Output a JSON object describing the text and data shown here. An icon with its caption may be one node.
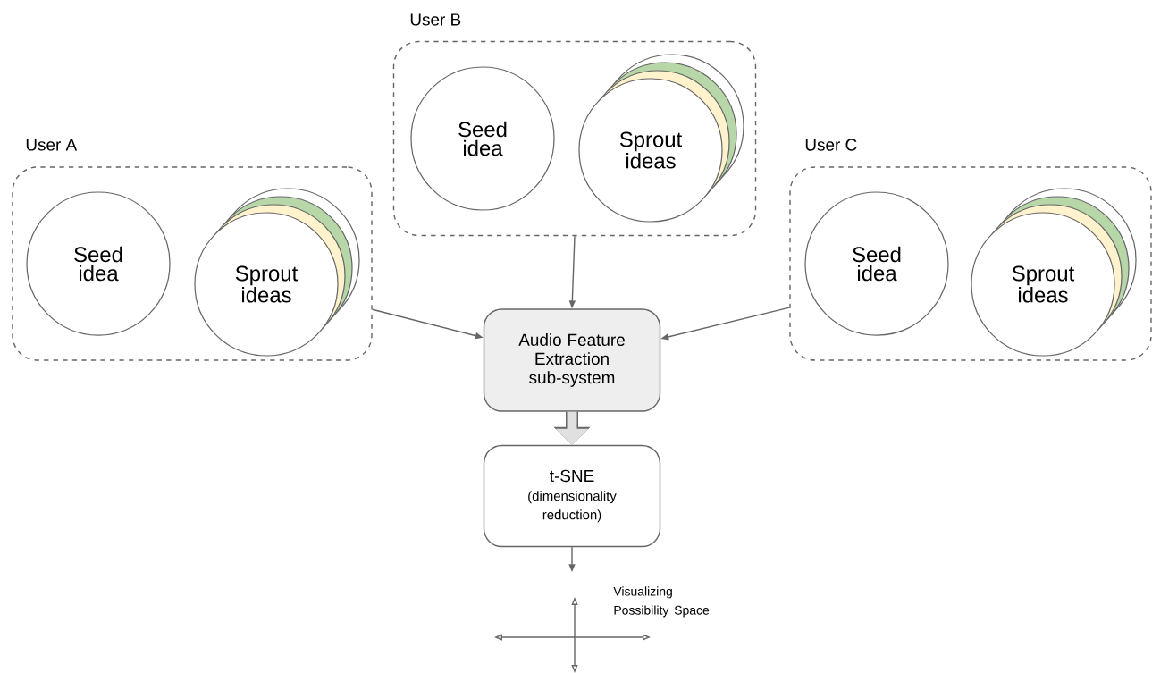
{
  "diagram": {
    "nodes": [
      {
        "text": [
          "User A"
        ]
      },
      {
        "text": [
          "Seed idea"
        ],
        "in": 0
      },
      {
        "text": [
          "Sprout ideas"
        ],
        "in": 0
      },
      {
        "text": [
          "User B"
        ]
      },
      {
        "text": [
          "Seed idea"
        ],
        "in": 3
      },
      {
        "text": [
          "Sprout ideas"
        ],
        "in": 3
      },
      {
        "text": [
          "User C"
        ]
      },
      {
        "text": [
          "Seed idea"
        ],
        "in": 6
      },
      {
        "text": [
          "Sprout ideas"
        ],
        "in": 6
      },
      {
        "text": [
          "Audio Feature Extraction sub-system"
        ]
      },
      {
        "text": [
          "t-SNE",
          "(dimensionality reduction)"
        ]
      }
    ],
    "labels": [
      "Visualizing Possibility Space"
    ],
    "edges": [
      {
        "from": 0,
        "to": 9,
        "arrow": "to"
      },
      {
        "from": 3,
        "to": 9,
        "arrow": "to"
      },
      {
        "from": 6,
        "to": 9,
        "arrow": "to"
      },
      {
        "from": 9,
        "to": 10,
        "arrow": "to",
        "style": "thick",
        "color": "#e0e0e0"
      },
      {
        "from": 10,
        "to": null,
        "arrow": "to"
      }
    ]
  }
}
